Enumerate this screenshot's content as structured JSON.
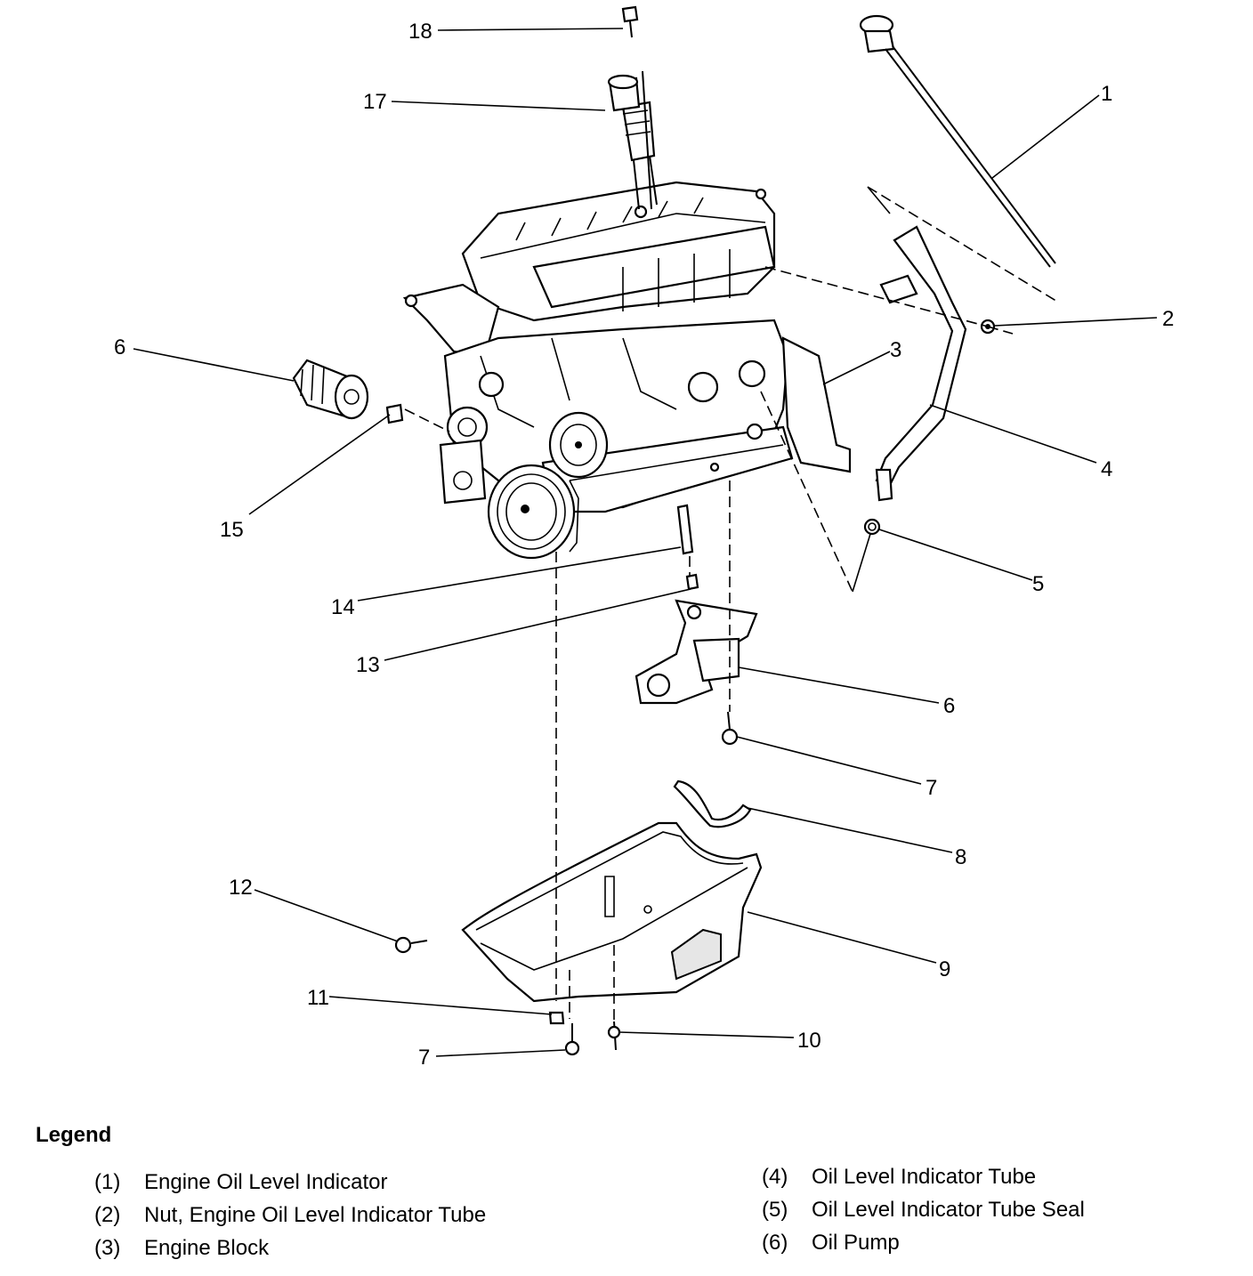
{
  "callouts": {
    "c1": "1",
    "c2": "2",
    "c3": "3",
    "c4": "4",
    "c5": "5",
    "c6": "6",
    "c7a": "7",
    "c7b": "7",
    "c8": "8",
    "c9": "9",
    "c10": "10",
    "c11": "11",
    "c12": "12",
    "c13": "13",
    "c14": "14",
    "c15": "15",
    "c16": "6",
    "c17": "17",
    "c18": "18"
  },
  "legend": {
    "title": "Legend",
    "items": [
      {
        "num": "(1)",
        "label": "Engine Oil Level Indicator"
      },
      {
        "num": "(2)",
        "label": "Nut, Engine Oil Level Indicator Tube"
      },
      {
        "num": "(3)",
        "label": "Engine Block"
      },
      {
        "num": "(4)",
        "label": "Oil Level Indicator Tube"
      },
      {
        "num": "(5)",
        "label": "Oil Level Indicator Tube Seal"
      },
      {
        "num": "(6)",
        "label": "Oil Pump"
      }
    ]
  }
}
